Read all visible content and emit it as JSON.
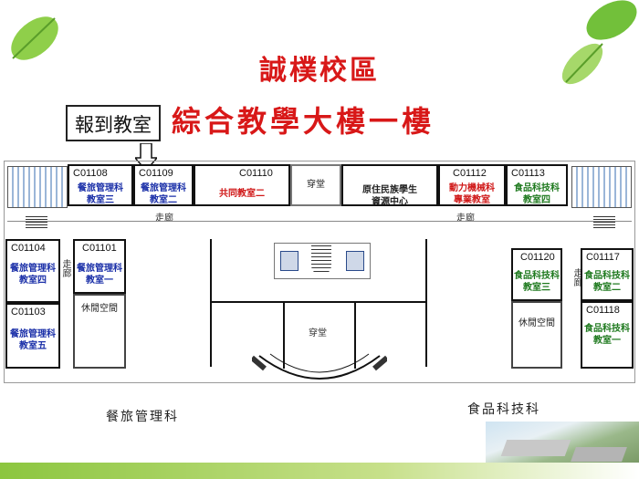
{
  "title_line1": "誠樸校區",
  "title_line2": "綜合教學大樓一樓",
  "callout": "報到教室",
  "rooms": [
    {
      "id": "c01108",
      "code": "C01108",
      "line1": "餐旅管理科",
      "line2": "教室三",
      "color": "blue"
    },
    {
      "id": "c01109",
      "code": "C01109",
      "line1": "餐旅管理科",
      "line2": "教室二",
      "color": "blue"
    },
    {
      "id": "c01110",
      "code": "C01110",
      "line1": "共同教室二",
      "line2": "",
      "color": "red"
    },
    {
      "id": "aboriginal",
      "code": "",
      "line1": "原住民族學生",
      "line2": "資源中心",
      "color": "dark"
    },
    {
      "id": "c01112",
      "code": "C01112",
      "line1": "動力機械科",
      "line2": "專業教室",
      "color": "red"
    },
    {
      "id": "c01113",
      "code": "C01113",
      "line1": "食品科技科",
      "line2": "教室四",
      "color": "green"
    },
    {
      "id": "c01101",
      "code": "C01101",
      "line1": "餐旅管理科",
      "line2": "教室一",
      "color": "blue"
    },
    {
      "id": "c01104",
      "code": "C01104",
      "line1": "餐旅管理科",
      "line2": "教室四",
      "color": "blue"
    },
    {
      "id": "c01103",
      "code": "C01103",
      "line1": "餐旅管理科",
      "line2": "教室五",
      "color": "blue"
    },
    {
      "id": "c01120",
      "code": "C01120",
      "line1": "食品科技科",
      "line2": "教室三",
      "color": "green"
    },
    {
      "id": "c01117",
      "code": "C01117",
      "line1": "食品科技科",
      "line2": "教室二",
      "color": "green"
    },
    {
      "id": "c01118",
      "code": "C01118",
      "line1": "食品科技科",
      "line2": "教室一",
      "color": "green"
    }
  ],
  "leisure_left": "休閒空間",
  "leisure_right": "休閒空間",
  "passage_top": "穿堂",
  "passage_center": "穿堂",
  "corridor": "走廊",
  "dept_left": "餐旅管理科",
  "dept_right": "食品科技科"
}
